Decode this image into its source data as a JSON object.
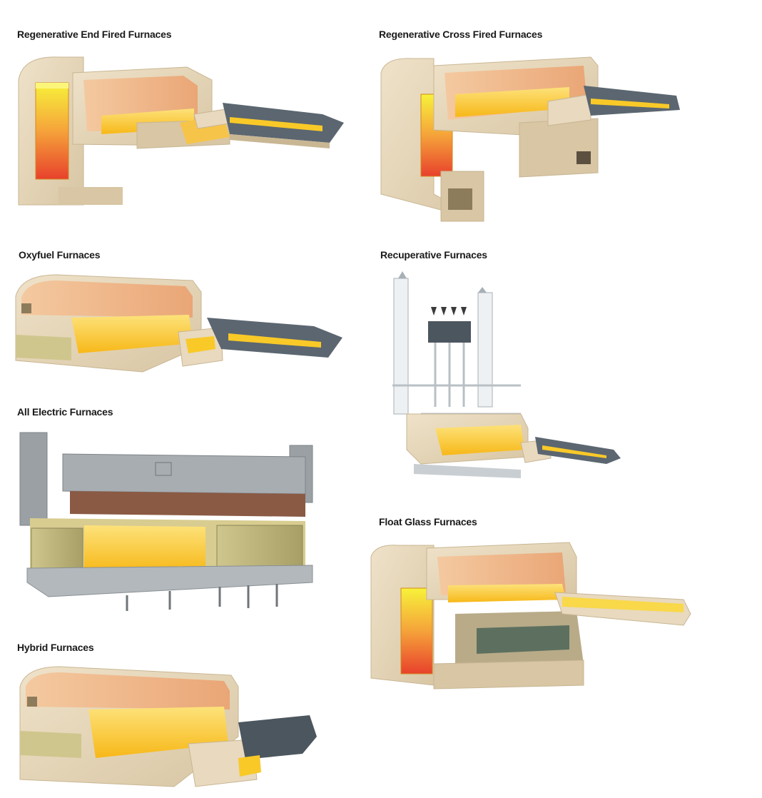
{
  "furnaces": [
    {
      "id": "regen-end",
      "label": "Regenerative End Fired Furnaces"
    },
    {
      "id": "regen-cross",
      "label": "Regenerative Cross Fired Furnaces"
    },
    {
      "id": "oxyfuel",
      "label": "Oxyfuel Furnaces"
    },
    {
      "id": "recuperative",
      "label": "Recuperative Furnaces"
    },
    {
      "id": "all-electric",
      "label": "All Electric Furnaces"
    },
    {
      "id": "float-glass",
      "label": "Float Glass Furnaces"
    },
    {
      "id": "hybrid",
      "label": "Hybrid Furnaces"
    }
  ],
  "colors": {
    "brick": "#e8d9bf",
    "brick_shadow": "#c9b693",
    "refractory_inner": "#f2b98b",
    "glass_melt": "#f9c928",
    "regenerator_hot": "#e8412c",
    "regenerator_warm": "#f7f23a",
    "steel": "#5b6670",
    "concrete": "#9aa0a4",
    "electrode_panel": "#b9b27a"
  }
}
